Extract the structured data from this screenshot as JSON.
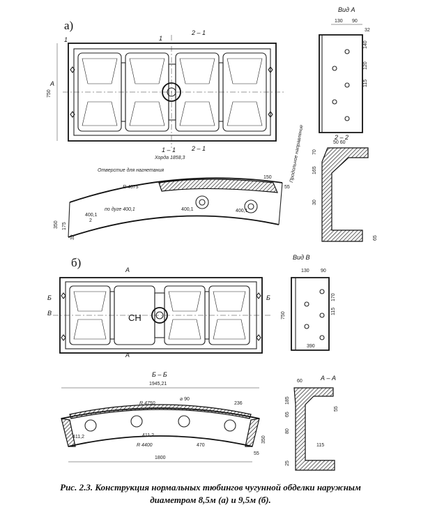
{
  "part_a": {
    "marker": "а)",
    "view_label": "Вид А",
    "section_top": "2 – 1",
    "section_bottom": "2 – 1",
    "section_11": "1 – 1",
    "chord_label": "Хорда 1858,3",
    "hole_label": "Отверстие для нагнетания",
    "direction_label": "Продольное направление",
    "section_22": "2 – 2",
    "marker_1a": "1",
    "marker_1b": "1",
    "arrow_A": "А",
    "dims": {
      "d750": "750",
      "r4075": "R 4075",
      "arc": "по дуге 400,1",
      "d400a": "400,1",
      "d400b": "400,1",
      "d400c": "400,1",
      "d150": "150",
      "d55": "55",
      "d350": "350",
      "d175": "175",
      "d32": "32",
      "d130": "130",
      "d90": "90",
      "d32b": "32",
      "d140": "140",
      "d120": "120",
      "d115": "115",
      "d5060": "50  60",
      "d70": "70",
      "d165": "165",
      "d30": "30",
      "d65": "65",
      "d2": "2"
    }
  },
  "part_b": {
    "marker": "б)",
    "view_label": "Вид В",
    "section_bb": "Б – Б",
    "section_aa": "А – А",
    "center_text": "СН",
    "arrow_A_top": "А",
    "arrow_A_bot": "А",
    "arrow_B_left": "Б",
    "arrow_B_right": "Б",
    "arrow_V": "В",
    "dims": {
      "d750": "750",
      "d1945": "1945,21",
      "r4750": "R 4750",
      "r4400": "R 4400",
      "d90": "⌀ 90",
      "d236": "236",
      "d411a": "411,2",
      "d411b": "411,2",
      "d470": "470",
      "d1800": "1800",
      "d350": "350",
      "d55": "55",
      "d130": "130",
      "d90b": "90",
      "d170": "170",
      "d115": "115",
      "d390": "390",
      "d60": "60",
      "d185": "185",
      "d65": "65",
      "d115b": "115",
      "d25": "25",
      "d80": "80",
      "d55b": "55"
    }
  },
  "caption": {
    "line1": "Рис. 2.3. Конструкция нормальных тюбингов чугунной  обделки наружным",
    "line2": "диаметром 8,5м (а) и 9,5м (б)."
  }
}
